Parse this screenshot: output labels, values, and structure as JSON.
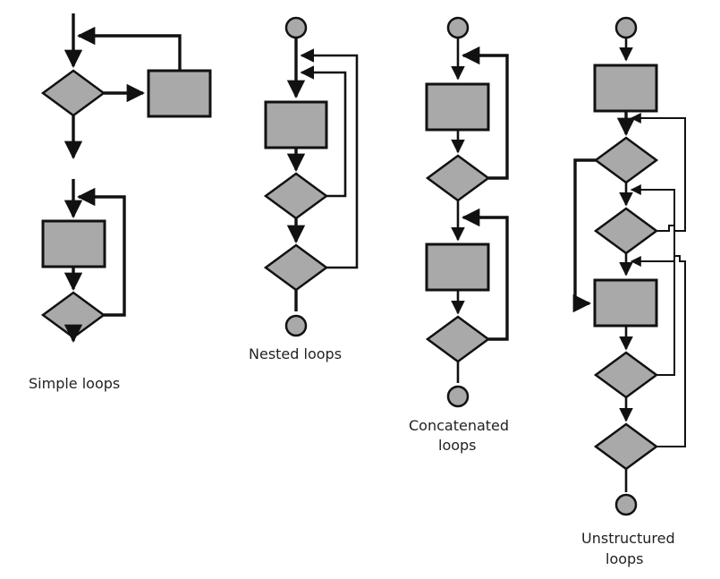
{
  "diagram": {
    "captions": {
      "simple": "Simple loops",
      "nested": "Nested loops",
      "concatenated_line1": "Concatenated",
      "concatenated_line2": "loops",
      "unstructured_line1": "Unstructured",
      "unstructured_line2": "loops"
    },
    "colors": {
      "node_fill": "#a9a9a9",
      "stroke": "#111111",
      "background": "#ffffff"
    }
  }
}
